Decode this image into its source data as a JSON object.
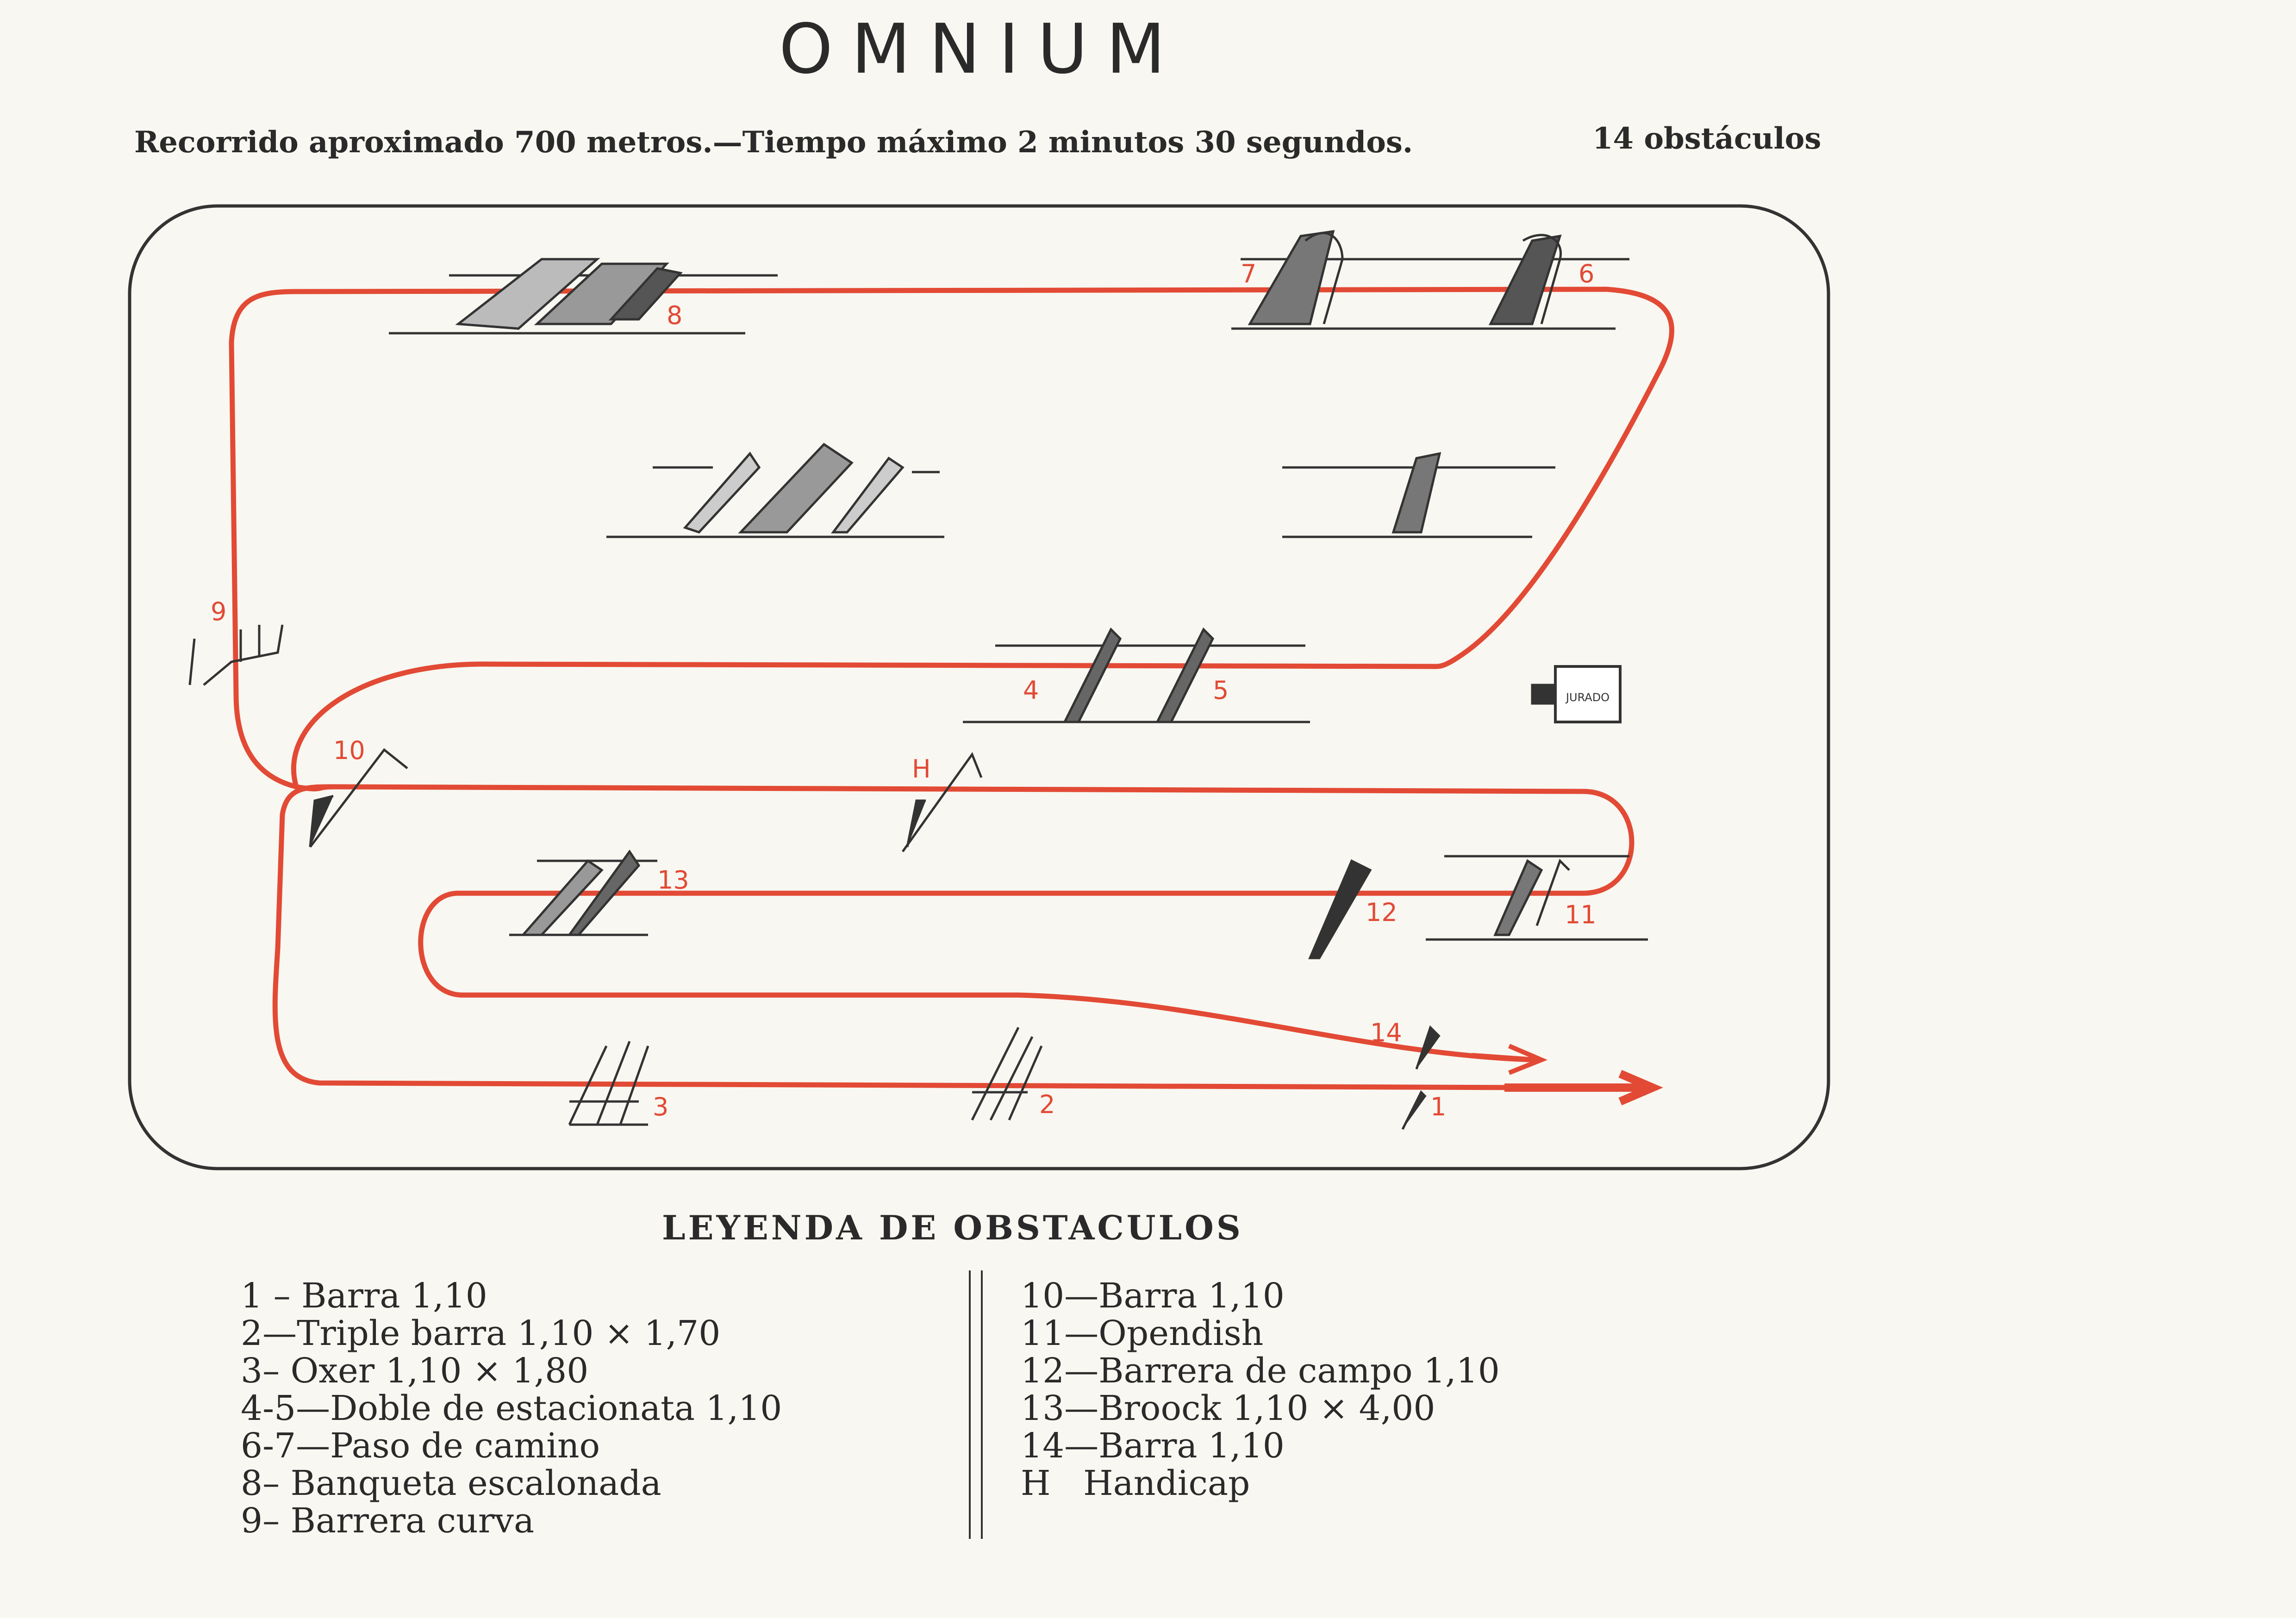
{
  "title": "OMNIUM",
  "subtitle": "Recorrido aproximado 700 metros.—Tiempo máximo 2 minutos 30 segundos.",
  "obstacle_count": "14 obstáculos",
  "course": {
    "jury_label": "JURADO",
    "jump_labels": {
      "j1": "1",
      "j2": "2",
      "j3": "3",
      "j4": "4",
      "j5": "5",
      "j6": "6",
      "j7": "7",
      "j8": "8",
      "j9": "9",
      "j10": "10",
      "j11": "11",
      "j12": "12",
      "j13": "13",
      "j14": "14",
      "jh": "H"
    },
    "colors": {
      "route": "#e24a35",
      "ink": "#333333"
    }
  },
  "legend": {
    "title": "LEYENDA DE OBSTACULOS",
    "left": [
      "1 – Barra 1,10",
      "2—Triple barra 1,10 ⨯ 1,70",
      "3– Oxer 1,10 ⨯ 1,80",
      "4-5—Doble de estacionata 1,10",
      "6-7—Paso de camino",
      "8– Banqueta escalonada",
      "9– Barrera curva"
    ],
    "right": [
      "10—Barra 1,10",
      "11—Opendish",
      "12—Barrera de campo 1,10",
      "13—Broock 1,10 ⨯ 4,00",
      "14—Barra 1,10",
      "H   Handicap"
    ]
  }
}
